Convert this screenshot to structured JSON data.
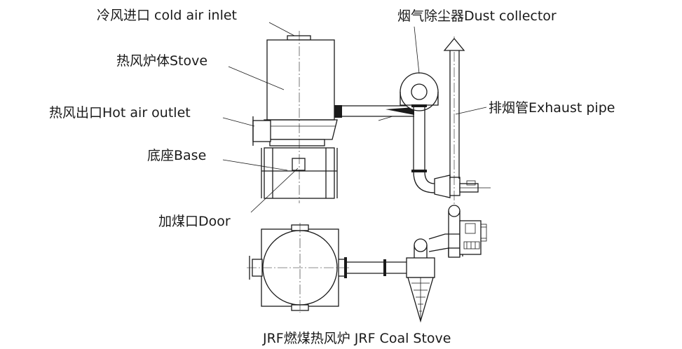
{
  "labels": {
    "cold_air_inlet": "冷风进口 cold air inlet",
    "stove": "热风炉体Stove",
    "hot_air_outlet": "热风出口Hot air outlet",
    "base": "底座Base",
    "door": "加煤口Door",
    "dust_collector": "烟气除尘器Dust collector",
    "exhaust_pipe": "排烟管Exhaust pipe",
    "caption": "JRF燃煤热风炉 JRF Coal Stove"
  }
}
